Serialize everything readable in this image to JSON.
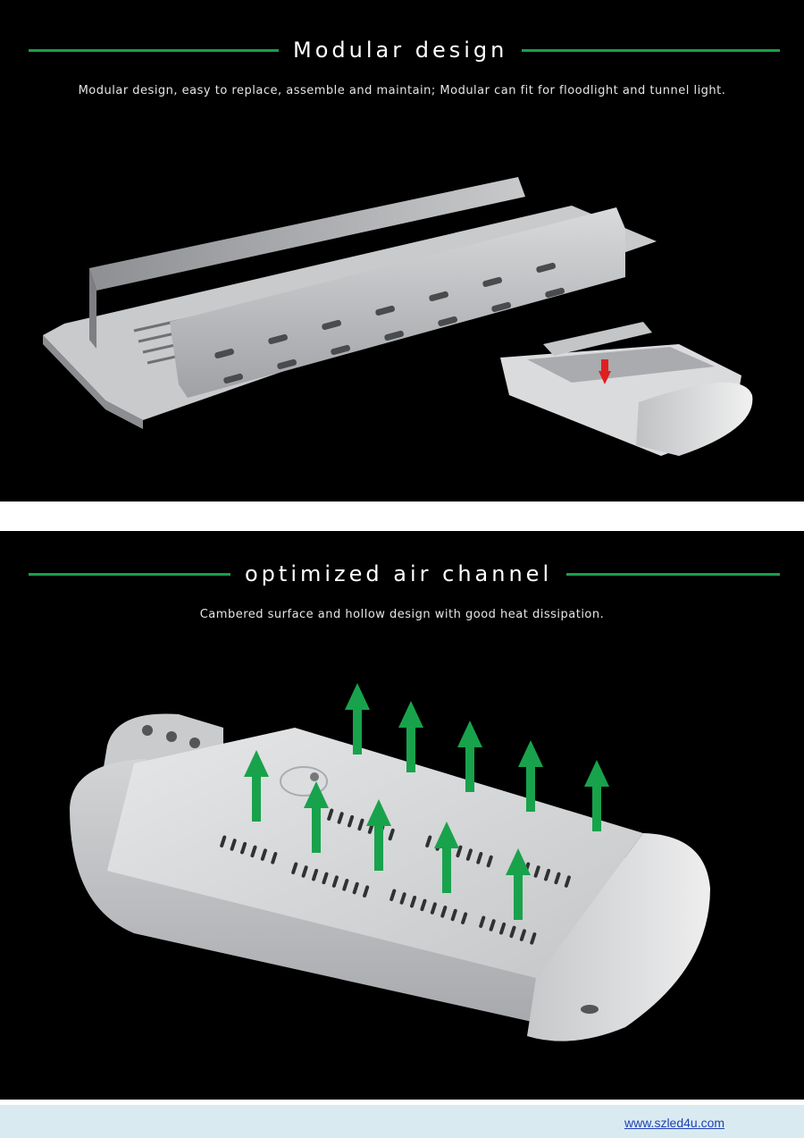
{
  "section1": {
    "title": "Modular design",
    "subtitle": "Modular design, easy to replace, assemble and maintain; Modular can fit for floodlight and tunnel light."
  },
  "section2": {
    "title": "optimized air channel",
    "subtitle": "Cambered surface and hollow design with good heat dissipation."
  },
  "footer": {
    "link_text": "www.szled4u.com"
  },
  "colors": {
    "accent_green": "#1a9e4a",
    "arrow_green": "#19a24c",
    "arrow_red": "#e02020",
    "background": "#000000",
    "footer_bg": "#d9ebf1",
    "link": "#1f3fb5"
  },
  "icons": {
    "module": "led-module-illustration",
    "fixture": "street-light-illustration",
    "airflow": "up-arrow-icon"
  }
}
